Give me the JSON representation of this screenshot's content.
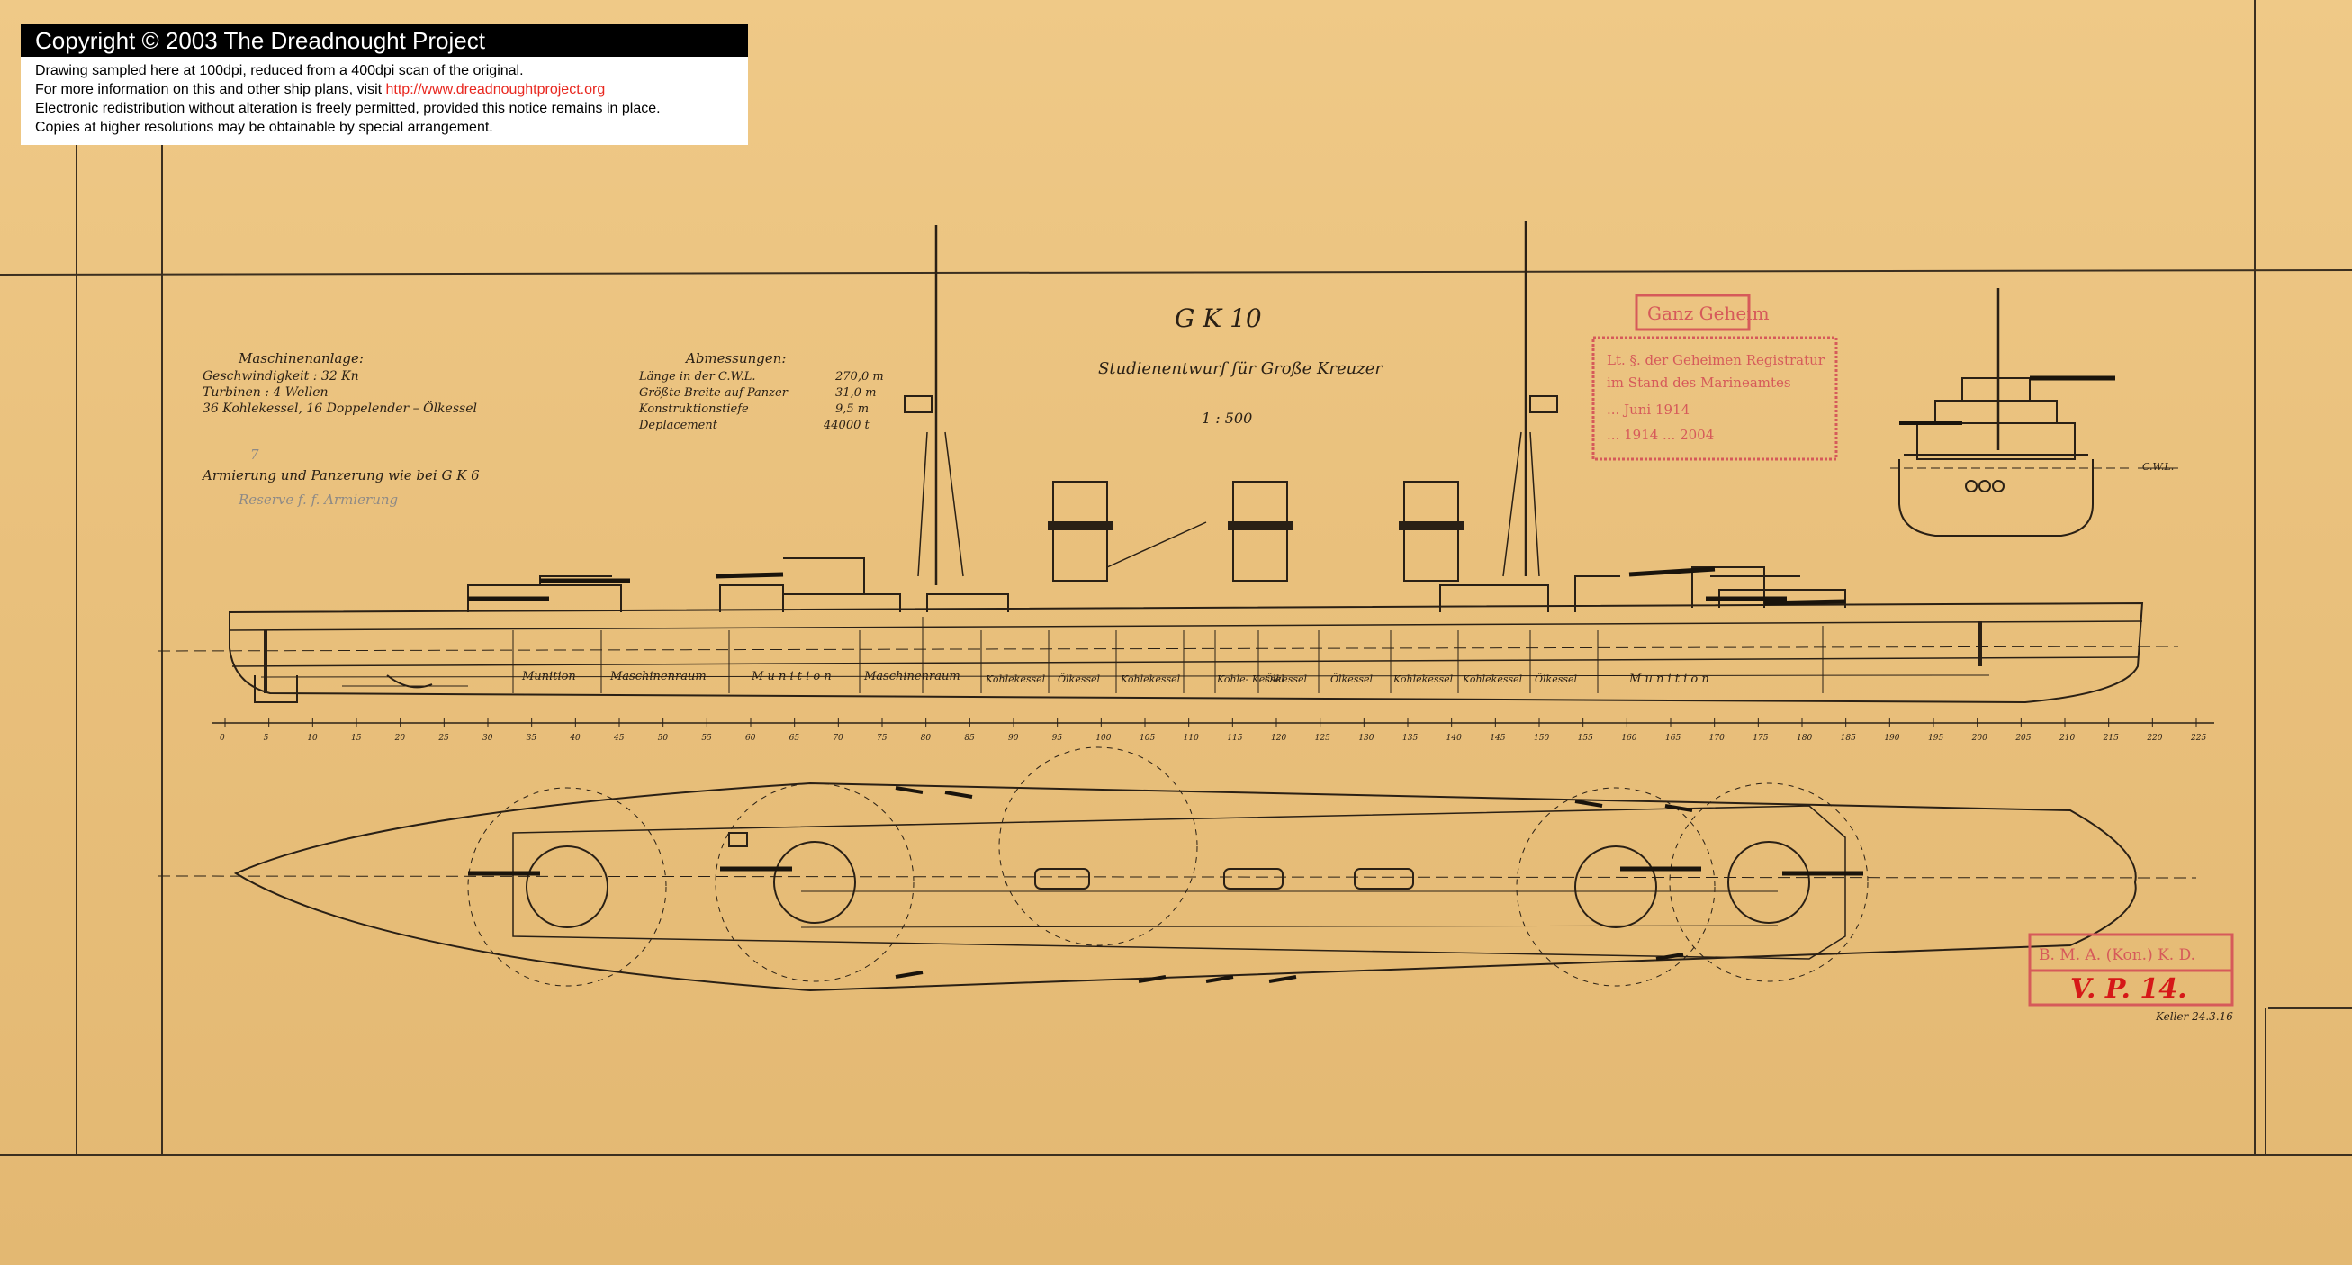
{
  "notice": {
    "header": "Copyright © 2003 The Dreadnought Project",
    "line1": "Drawing sampled here at 100dpi, reduced from a 400dpi scan of the original.",
    "line2_prefix": "For more information on this and other ship plans, visit ",
    "line2_link": "http://www.dreadnoughtproject.org",
    "line3": "Electronic redistribution without alteration is freely permitted, provided this notice remains in place.",
    "line4": "Copies at higher resolutions may be obtainable by special arrangement."
  },
  "title": {
    "code": "G K 10",
    "subtitle": "Studienentwurf für Große Kreuzer",
    "scale": "1 : 500"
  },
  "machinery": {
    "heading": "Maschinenanlage:",
    "lines": [
      "Geschwindigkeit : 32 Kn",
      "Turbinen : 4 Wellen",
      "36 Kohlekessel, 16 Doppelender – Ölkessel"
    ]
  },
  "dimensions": {
    "heading": "Abmessungen:",
    "rows": [
      {
        "label": "Länge in der C.W.L.",
        "value": "270,0 m"
      },
      {
        "label": "Größte Breite auf Panzer",
        "value": "31,0 m"
      },
      {
        "label": "Konstruktionstiefe",
        "value": "9,5 m"
      },
      {
        "label": "Deplacement",
        "value": "44000 t"
      }
    ]
  },
  "armament_note": "Armierung und Panzerung wie bei G K 6",
  "pencil_note": "Reserve      f. f. Armierung",
  "pencil_number": "7",
  "compartments": [
    "Munition",
    "Maschinenraum",
    "M u n i t i o n",
    "Maschinenraum",
    "Kohlekessel",
    "Ölkessel",
    "Kohlekessel",
    "Kohle- Kessel",
    "Ölkessel",
    "Ölkessel",
    "Kohlekessel",
    "Kohlekessel",
    "Ölkessel",
    "M u n i t i o n"
  ],
  "cwl_label": "C.W.L.",
  "frame_ticks": [
    "0",
    "5",
    "10",
    "15",
    "20",
    "25",
    "30",
    "35",
    "40",
    "45",
    "50",
    "55",
    "60",
    "65",
    "70",
    "75",
    "80",
    "85",
    "90",
    "95",
    "100",
    "105",
    "110",
    "115",
    "120",
    "125",
    "130",
    "135",
    "140",
    "145",
    "150",
    "155",
    "160",
    "165",
    "170",
    "175",
    "180",
    "185",
    "190",
    "195",
    "200",
    "205",
    "210",
    "215",
    "220",
    "225"
  ],
  "stamp_secret": {
    "title": "Ganz Geheim",
    "lines": [
      "Lt. §. der Geheimen Registratur",
      "im Stand des Marineamtes",
      "... Juni 1914",
      "... 1914 ... 2004"
    ]
  },
  "stamp_archive": {
    "text": "B. M. A. (Kon.) K. D.",
    "code": "V. P. 14."
  },
  "signature": "Keller 24.3.16",
  "colors": {
    "paper": "#e8c07a",
    "ink": "#2a2015",
    "stamp_red": "#d65a5a",
    "stamp_red_bold": "#d61818",
    "notice_link": "#e8271f"
  }
}
